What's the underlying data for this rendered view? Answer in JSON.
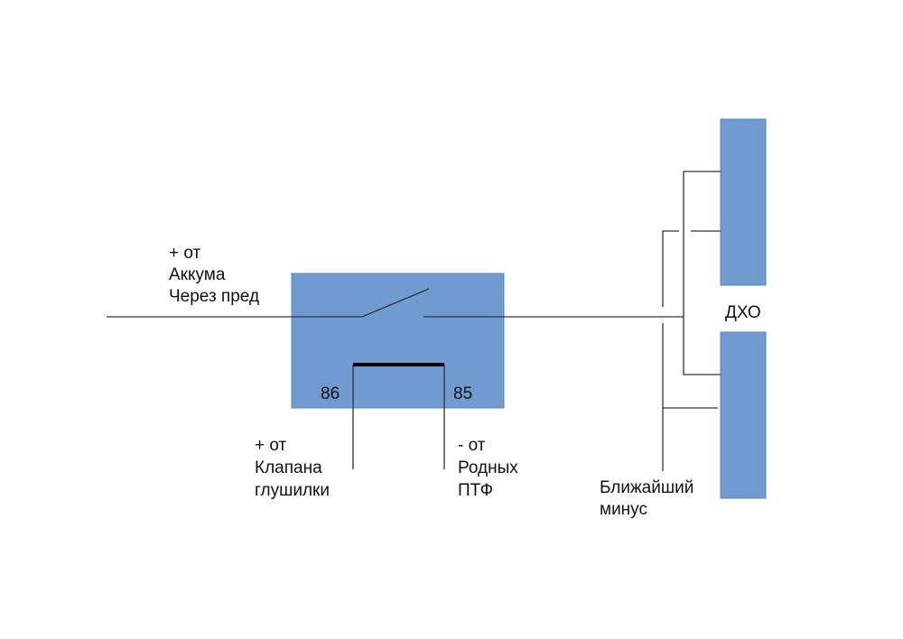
{
  "diagram": {
    "relay": {
      "pin_86": "86",
      "pin_85": "85",
      "color": "#6f9bd0"
    },
    "labels": {
      "battery": [
        "+ от",
        "Аккума",
        "Через пред"
      ],
      "valve": [
        "+ от",
        "Клапана",
        "глушилки"
      ],
      "fog_lights": [
        "- от",
        "Родных",
        "ПТФ"
      ],
      "ground": [
        "Ближайший",
        "минус"
      ],
      "drl": "ДХО"
    }
  }
}
